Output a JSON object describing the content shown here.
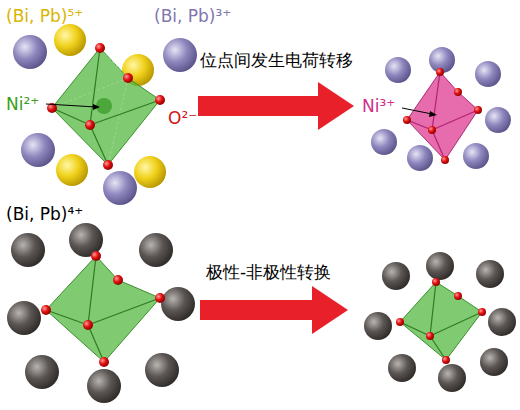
{
  "diagram": {
    "labels": [
      "(Bi, Pb)⁵⁺",
      "(Bi, Pb)³⁺",
      "Ni²⁺",
      "O²⁻",
      "位点间发生电荷转移",
      "Ni³⁺",
      "(Bi, Pb)⁴⁺",
      "极性-非极性转换"
    ]
  }
}
